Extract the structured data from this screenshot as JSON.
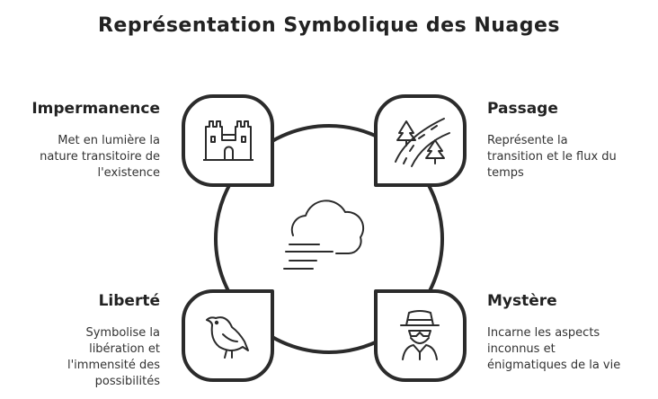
{
  "title": "Représentation Symbolique des Nuages",
  "center": {
    "icon": "cloud-icon"
  },
  "items": [
    {
      "heading": "Impermanence",
      "lines": [
        "Met en lumière la",
        "nature transitoire de",
        "l'existence"
      ],
      "icon": "castle-icon"
    },
    {
      "heading": "Passage",
      "lines": [
        "Représente la",
        "transition et le flux du",
        "temps"
      ],
      "icon": "road-trees-icon"
    },
    {
      "heading": "Liberté",
      "lines": [
        "Symbolise la",
        "libération et",
        "l'immensité des",
        "possibilités"
      ],
      "icon": "bird-icon"
    },
    {
      "heading": "Mystère",
      "lines": [
        "Incarne les aspects",
        "inconnus et",
        "énigmatiques de la vie"
      ],
      "icon": "detective-icon"
    }
  ],
  "colors": {
    "stroke": "#2b2b2b",
    "text": "#333333",
    "background": "#ffffff"
  }
}
